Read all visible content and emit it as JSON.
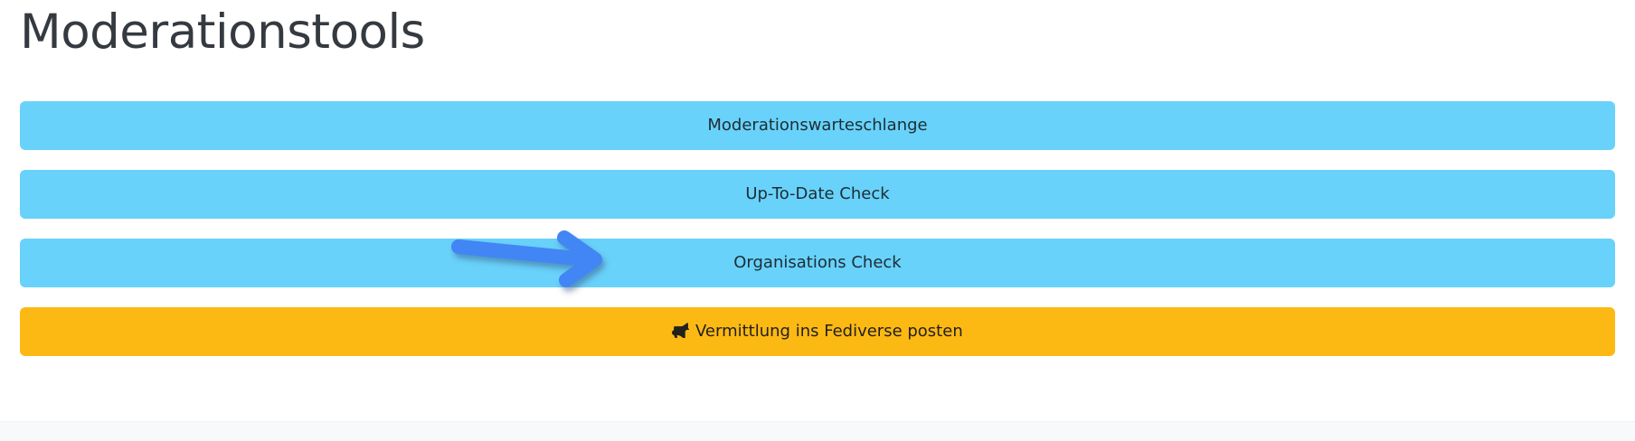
{
  "page": {
    "title": "Moderationstools",
    "background_color": "#ffffff",
    "title_color": "#343a40"
  },
  "buttons": [
    {
      "label": "Moderationswarteschlange",
      "style": "blue",
      "color": "#69d2fa",
      "text_color": "#1d2d35",
      "icon": null
    },
    {
      "label": "Up-To-Date Check",
      "style": "blue",
      "color": "#69d2fa",
      "text_color": "#1d2d35",
      "icon": null
    },
    {
      "label": "Organisations Check",
      "style": "blue",
      "color": "#69d2fa",
      "text_color": "#1d2d35",
      "icon": null
    },
    {
      "label": "Vermittlung ins Fediverse posten",
      "style": "amber",
      "color": "#fdb913",
      "text_color": "#22211c",
      "icon": "bullhorn-icon"
    }
  ],
  "annotation": {
    "type": "arrow",
    "name": "pointer-arrow",
    "color": "#4285f4",
    "shadow_color": "rgba(40,70,120,0.45)",
    "direction": "right",
    "points_at": "Organisations Check"
  },
  "footer": {
    "color": "#f8f9fa"
  }
}
